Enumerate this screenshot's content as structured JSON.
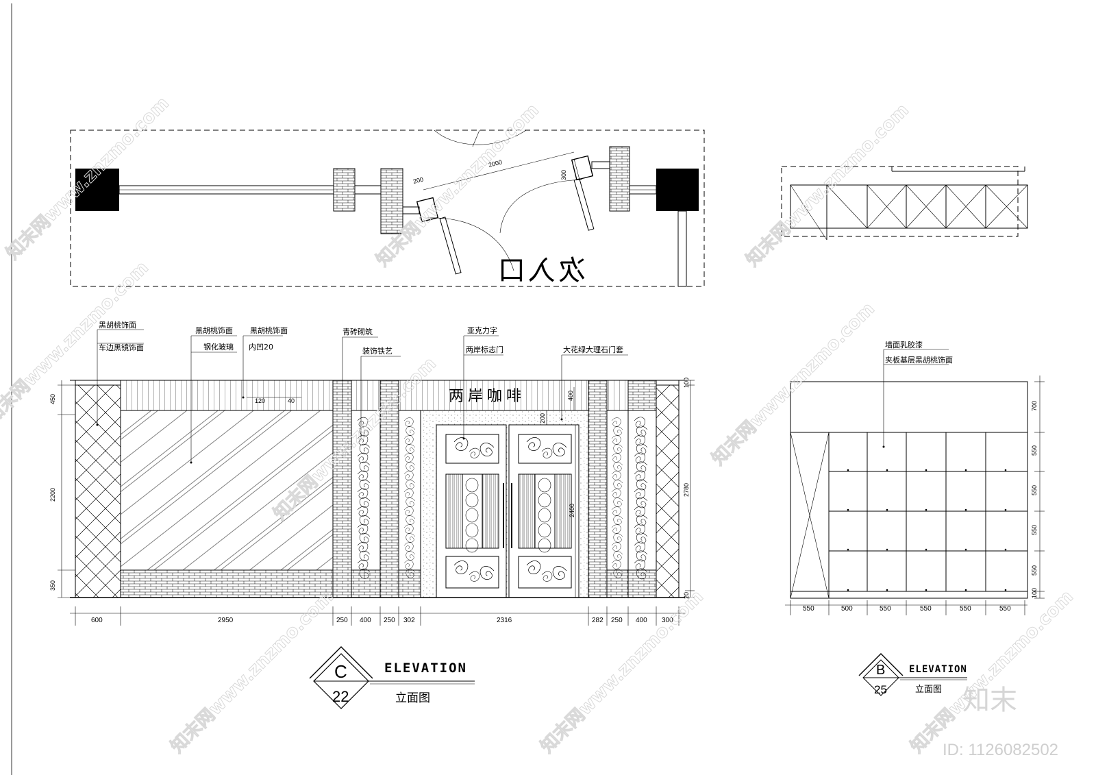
{
  "plan": {
    "entrance_label": "次入口",
    "dims": [
      "200",
      "2000",
      "300"
    ]
  },
  "elevation_c": {
    "sign_text": "两岸咖啡",
    "callouts": [
      {
        "id": "c1",
        "lines": [
          "黑胡桃饰面",
          "车边黑镜饰面"
        ]
      },
      {
        "id": "c2",
        "lines": [
          "黑胡桃饰面",
          "钢化玻璃"
        ]
      },
      {
        "id": "c3",
        "lines": [
          "黑胡桃饰面",
          "内凹20"
        ]
      },
      {
        "id": "c4",
        "lines": [
          "青砖砌筑",
          "装饰铁艺"
        ]
      },
      {
        "id": "c5",
        "lines": [
          "亚克力字",
          "两岸标志门"
        ]
      },
      {
        "id": "c6",
        "lines": [
          "大花绿大理石门套"
        ]
      }
    ],
    "left_dims": [
      "450",
      "2200",
      "350"
    ],
    "right_dims": [
      "100",
      "2780",
      "20"
    ],
    "inner_dims": [
      "120",
      "40",
      "400",
      "200",
      "2400"
    ],
    "bottom_dims": [
      "600",
      "2950",
      "250",
      "400",
      "250",
      "302",
      "2316",
      "282",
      "250",
      "400",
      "300"
    ],
    "marker": {
      "letter": "C",
      "number": "22"
    },
    "title_en": "ELEVATION",
    "title_cn": "立面图"
  },
  "elevation_b": {
    "callouts": [
      "墙面乳胶漆",
      "夹板基层黑胡桃饰面"
    ],
    "right_dims": [
      "700",
      "550",
      "550",
      "550",
      "550",
      "100"
    ],
    "bottom_dims": [
      "550",
      "500",
      "550",
      "550",
      "550",
      "550"
    ],
    "marker": {
      "letter": "B",
      "number": "25"
    },
    "title_en": "ELEVATION",
    "title_cn": "立面图"
  },
  "branding": {
    "logo": "知末",
    "id_text": "ID: 1126082502",
    "watermark": "知末网www.znzmo.com"
  }
}
